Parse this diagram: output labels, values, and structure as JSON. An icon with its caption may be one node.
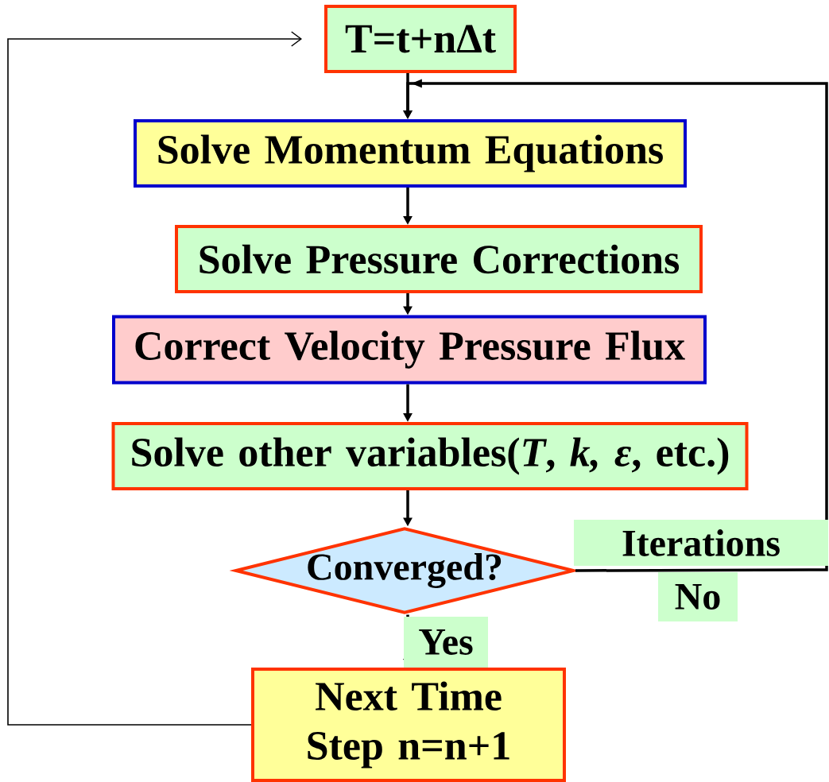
{
  "diagram": {
    "nodes": [
      {
        "text": [
          "T=t+nΔt"
        ]
      },
      {
        "text": [
          "Solve Momentum Equations"
        ]
      },
      {
        "text": [
          "Solve Pressure Corrections"
        ]
      },
      {
        "text": [
          "Correct Velocity Pressure Flux"
        ]
      },
      {
        "text": [
          "Solve other variables(*T*, *k,* *ε*, etc.)"
        ]
      },
      {
        "text": [
          "Converged?"
        ]
      },
      {
        "text": [
          "Next Time Step n=n+1"
        ]
      }
    ],
    "edges": [
      {
        "from": 0,
        "to": 1,
        "arrow": "to"
      },
      {
        "from": 1,
        "to": 2,
        "arrow": "to"
      },
      {
        "from": 2,
        "to": 3,
        "arrow": "to"
      },
      {
        "from": 3,
        "to": 4,
        "arrow": "to"
      },
      {
        "from": 4,
        "to": 5,
        "arrow": "to"
      },
      {
        "from": 5,
        "to": 6,
        "label": "Yes",
        "arrow": "to"
      },
      {
        "from": 5,
        "to": 1,
        "label": "No",
        "arrow": "to"
      },
      {
        "from": 6,
        "to": 0,
        "arrow": "to"
      }
    ],
    "labels": [
      "Iterations"
    ]
  }
}
